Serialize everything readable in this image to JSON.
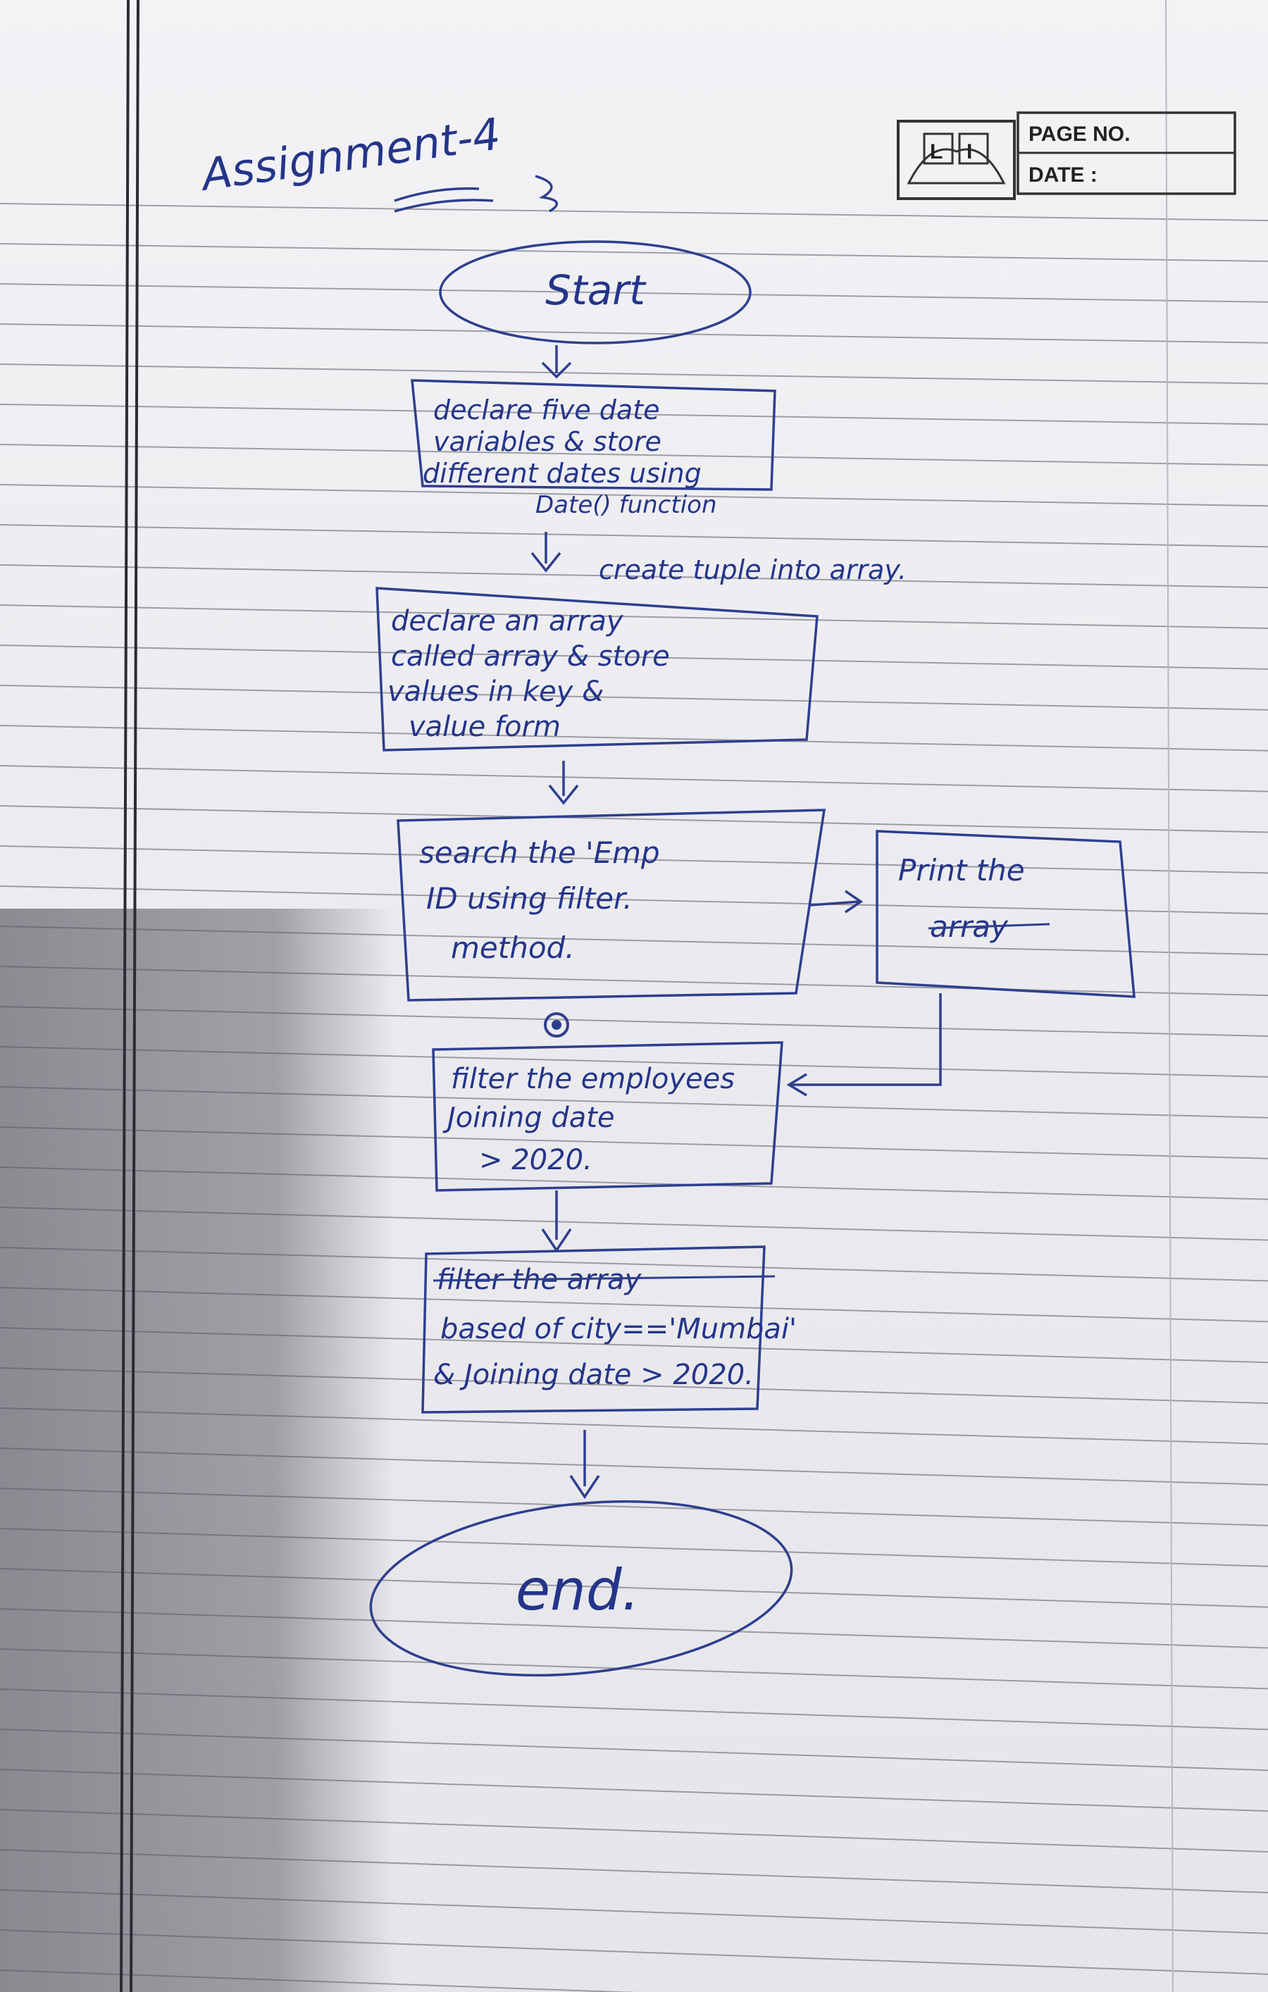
{
  "title": "Assignment-4",
  "header": {
    "logo_letters": "LI",
    "page_no_label": "PAGE NO.",
    "date_label": "DATE :"
  },
  "flowchart": {
    "start": "Start",
    "step1": [
      "declare five date",
      "variables & store",
      "different dates using",
      "Date() function"
    ],
    "annotation1": "create tuple into array.",
    "step2": [
      "declare an array",
      "called array & store",
      "values in key &",
      "value form"
    ],
    "step3": [
      "search the 'Emp",
      "ID using filter.",
      "method."
    ],
    "side_box": [
      "Print the",
      "array"
    ],
    "step4": [
      "filter the employees",
      "Joining date",
      "> 2020."
    ],
    "step5": [
      "filter the array",
      "based of city=='Mumbai'",
      "& Joining date > 2020."
    ],
    "end": "end."
  },
  "colors": {
    "ink": "#2f3f8f",
    "paper": "#ececf0",
    "rule": "#5a5a66",
    "margin_line": "#333"
  }
}
